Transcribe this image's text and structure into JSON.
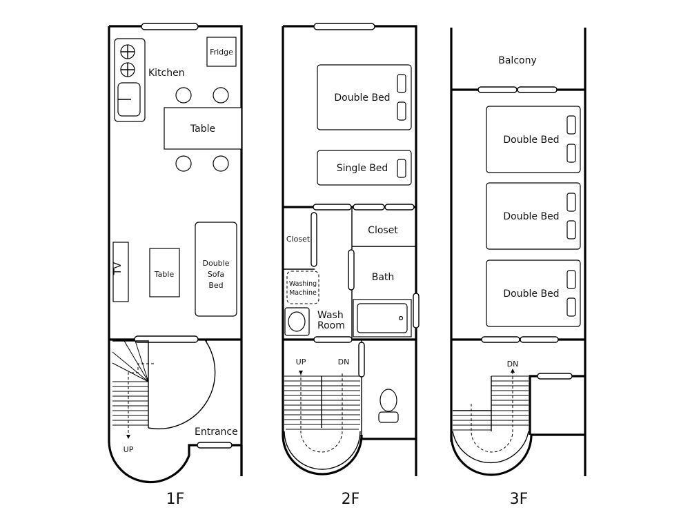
{
  "floors": {
    "f1": {
      "name": "1F",
      "rooms": {
        "kitchen": "Kitchen",
        "fridge": "Fridge",
        "table_top": "Table",
        "table_lower": "Table",
        "tv": "TV",
        "sofa_l1": "Double",
        "sofa_l2": "Sofa",
        "sofa_l3": "Bed",
        "entrance": "Entrance",
        "stair_up": "UP"
      }
    },
    "f2": {
      "name": "2F",
      "rooms": {
        "double_bed": "Double Bed",
        "single_bed": "Single Bed",
        "closet_small": "Closet",
        "closet_large": "Closet",
        "bath": "Bath",
        "washing_l1": "Washing",
        "washing_l2": "Machine",
        "wash_l1": "Wash",
        "wash_l2": "Room",
        "stair_up": "UP",
        "stair_dn": "DN"
      }
    },
    "f3": {
      "name": "3F",
      "rooms": {
        "balcony": "Balcony",
        "bed1": "Double Bed",
        "bed2": "Double Bed",
        "bed3": "Double Bed",
        "stair_dn": "DN"
      }
    }
  }
}
